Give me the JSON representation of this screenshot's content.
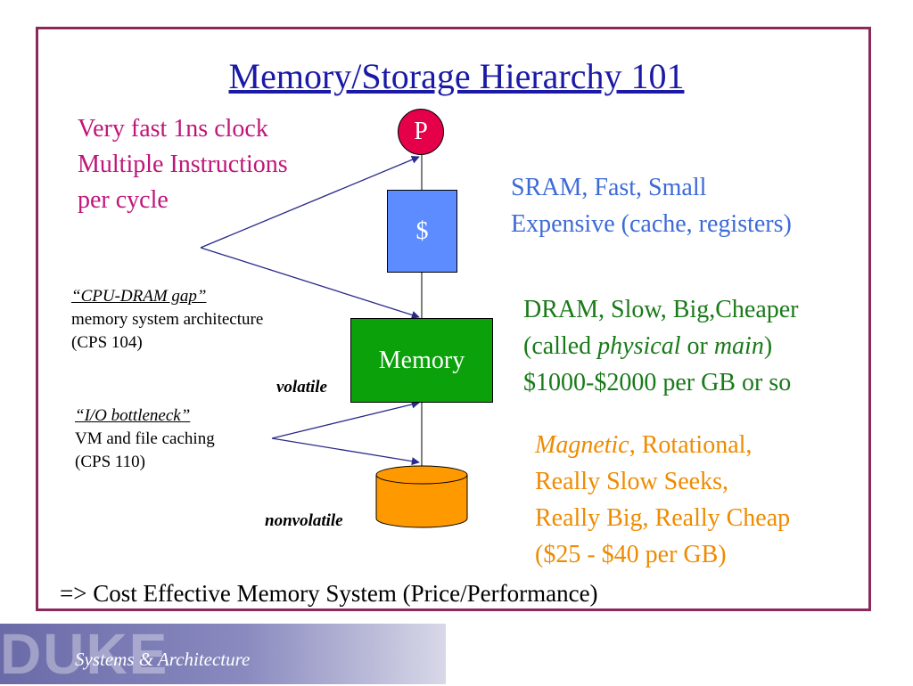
{
  "title": "Memory/Storage Hierarchy 101",
  "cpu_note": {
    "line1": "Very fast 1ns clock",
    "line2": "Multiple Instructions",
    "line3": "per cycle"
  },
  "nodes": {
    "processor": "P",
    "cache": "$",
    "memory": "Memory"
  },
  "sram_note": {
    "line1": "SRAM, Fast, Small",
    "line2": "Expensive (cache, registers)"
  },
  "dram_note": {
    "line1": "DRAM, Slow, Big,Cheaper",
    "line2_a": "(called ",
    "line2_b": "physical",
    "line2_c": " or ",
    "line2_d": "main",
    "line2_e": ")",
    "line3": "$1000-$2000 per GB or so"
  },
  "cpu_dram_gap": {
    "heading": "“CPU-DRAM gap”",
    "line1": "memory system architecture",
    "line2": "(CPS 104)"
  },
  "volatile_label": "volatile",
  "io_bottleneck": {
    "heading": "“I/O bottleneck”",
    "line1": "VM and file caching",
    "line2": "(CPS 110)"
  },
  "nonvolatile_label": "nonvolatile",
  "disk_note": {
    "line1_a": "Magnetic",
    "line1_b": ", Rotational,",
    "line2": "Really Slow Seeks,",
    "line3": "Really Big, Really Cheap",
    "line4": "($25 - $40 per GB)"
  },
  "conclusion": "=> Cost Effective Memory System (Price/Performance)",
  "footer": {
    "logo": "DUKE",
    "label": "Systems & Architecture"
  },
  "colors": {
    "border": "#8b2a5a",
    "title": "#1a1aa6",
    "processor": "#e5004a",
    "cache": "#5c8cff",
    "memory": "#0aa10a",
    "disk": "#ff9900"
  }
}
